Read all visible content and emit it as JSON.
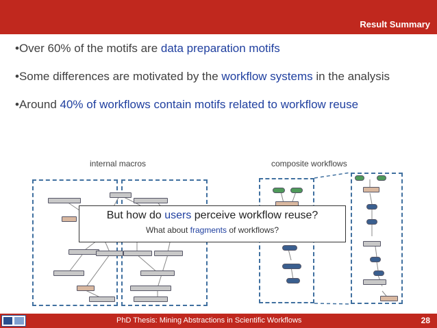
{
  "header": {
    "title": "Result Summary"
  },
  "bullets": [
    {
      "prefix": "•Over 60% of the motifs are ",
      "highlight": "data preparation motifs",
      "suffix": ""
    },
    {
      "prefix": "•Some differences are motivated by the ",
      "highlight": "workflow systems",
      "suffix": " in the analysis"
    },
    {
      "prefix": "•Around ",
      "highlight": "40% of workflows contain motifs related to workflow reuse",
      "suffix": ""
    }
  ],
  "captions": {
    "left": "internal macros",
    "right": "composite workflows"
  },
  "callout": {
    "q1_prefix": "But how do ",
    "q1_highlight": "users",
    "q1_suffix": " perceive workflow reuse?",
    "q2_prefix": "What about ",
    "q2_highlight": "fragments",
    "q2_suffix": " of workflows?"
  },
  "footer": {
    "text": "PhD Thesis: Mining Abstractions in Scientific Workflows",
    "page_number": "28"
  },
  "colors": {
    "accent_red": "#c0281e",
    "highlight_blue": "#1f3f9f",
    "dashed_box": "#3f6f9f"
  }
}
